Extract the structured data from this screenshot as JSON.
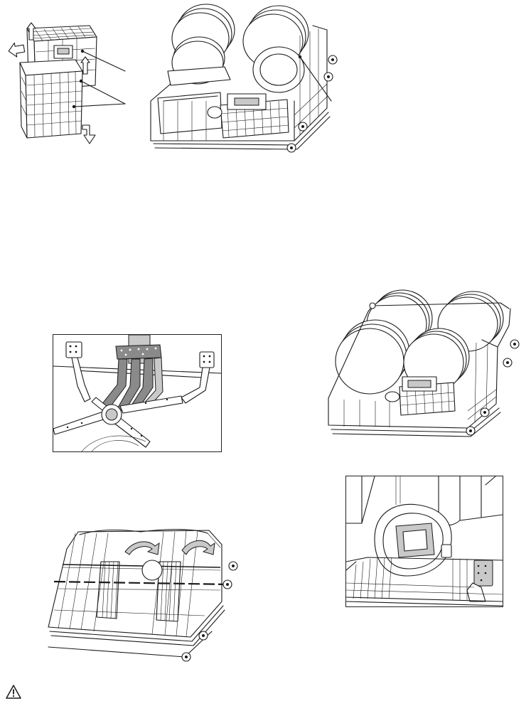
{
  "page": {
    "background": "#ffffff",
    "line_color": "#1a1a1a"
  },
  "figures": [
    {
      "id": "cutlery-basket",
      "icon": "cutlery-basket-split-illustration"
    },
    {
      "id": "lower-basket-loaded",
      "icon": "lower-basket-with-plates-illustration"
    },
    {
      "id": "spray-arm",
      "icon": "upper-spray-arm-illustration"
    },
    {
      "id": "upper-basket-loaded",
      "icon": "upper-basket-with-plates-illustration"
    },
    {
      "id": "basket-fold-racks",
      "icon": "basket-folding-racks-illustration"
    },
    {
      "id": "basket-in-cabinet",
      "icon": "basket-inside-tub-illustration"
    }
  ],
  "warning": {
    "icon": "warning-triangle-icon"
  }
}
